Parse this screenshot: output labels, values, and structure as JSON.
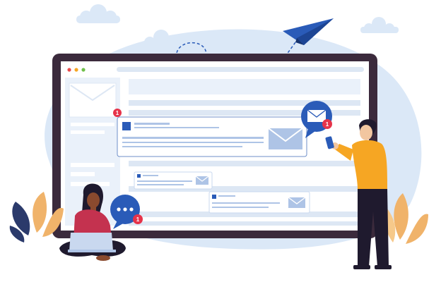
{
  "colors": {
    "background_blob": "#dbe8f7",
    "cloud": "#dbe8f7",
    "monitor_frame": "#3b2a3c",
    "screen": "#ffffff",
    "placeholder_block": "#dde7f4",
    "accent_blue": "#2a5bb8",
    "envelope": "#aec4e6",
    "badge_red": "#e6334a",
    "leaf_orange": "#f0b36a",
    "leaf_navy": "#2b3a6b",
    "woman_top": "#c4324f",
    "man_hoodie": "#f6a623",
    "dark_clothing": "#1f1a2e"
  },
  "badges": {
    "main_card": "1",
    "envelope_bubble": "1",
    "chat_bubble": "1"
  },
  "browser_dots": [
    "#e94b4b",
    "#f5a623",
    "#6fbf4a"
  ],
  "icons": [
    "paper-plane-icon",
    "envelope-icon",
    "chat-bubble-icon",
    "smartphone-icon",
    "laptop-icon"
  ]
}
